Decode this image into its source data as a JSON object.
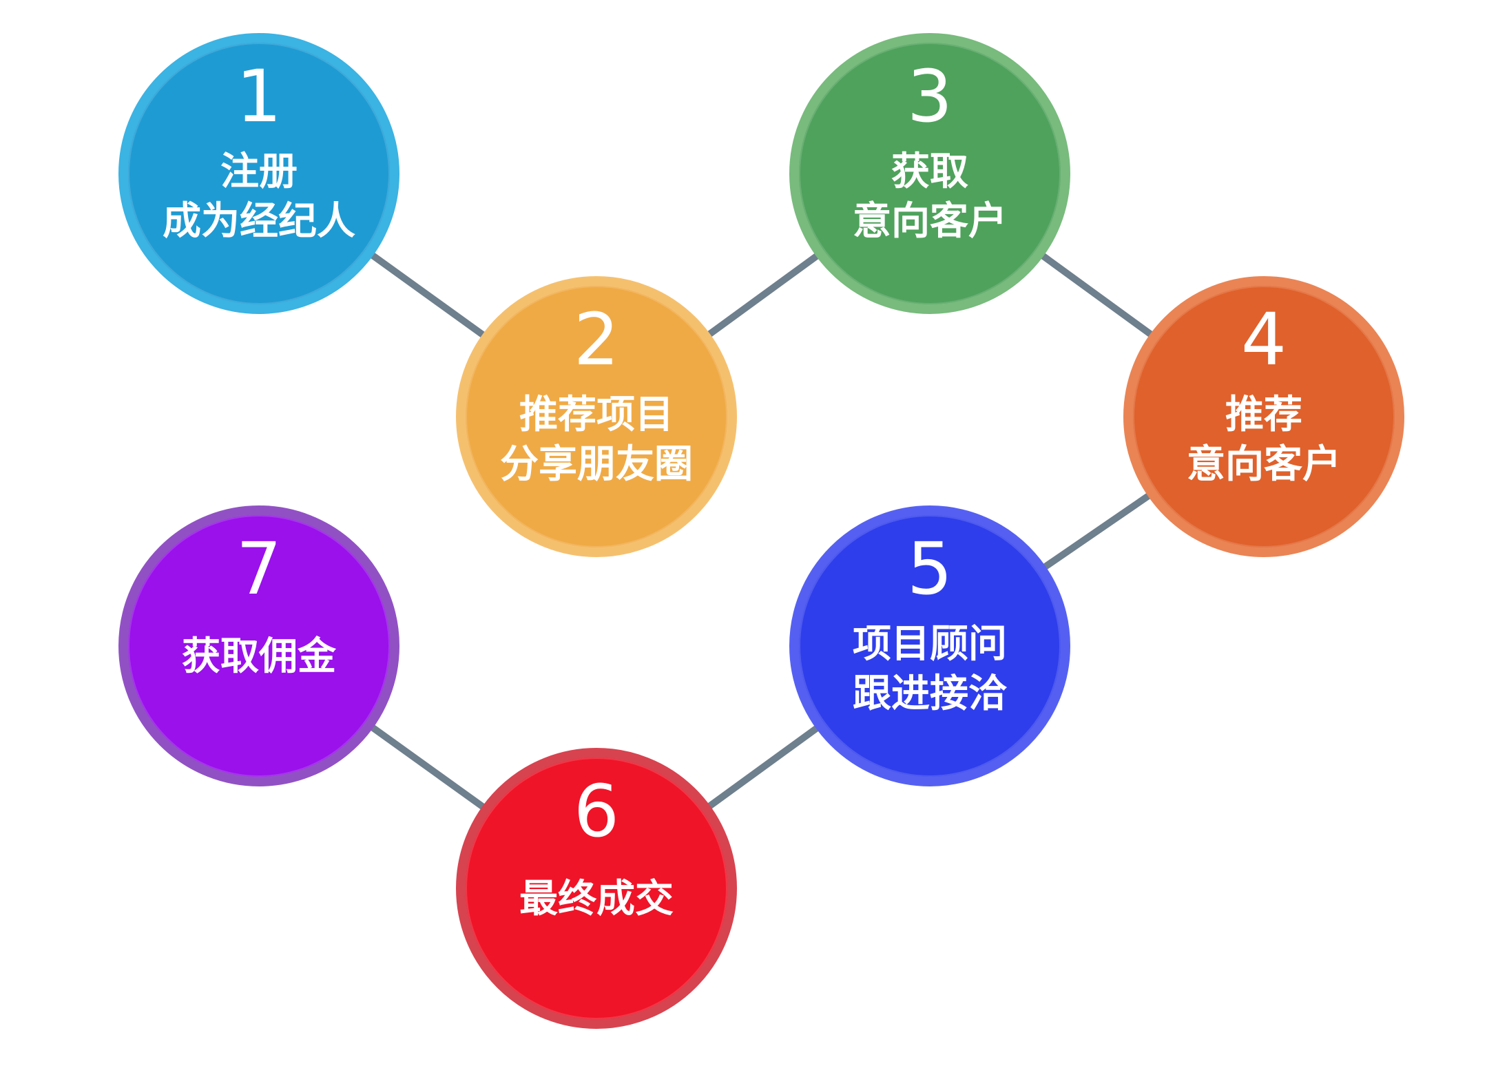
{
  "colors": {
    "connector": "#6e7f8d",
    "step1": {
      "fill": "#1f9bd3",
      "ring": "#3bb3e3"
    },
    "step2": {
      "fill": "#f0aa45",
      "ring": "#f5c06e"
    },
    "step3": {
      "fill": "#4fa25c",
      "ring": "#78bb7d"
    },
    "step4": {
      "fill": "#e0612b",
      "ring": "#ea8454"
    },
    "step5": {
      "fill": "#2f3eec",
      "ring": "#5560f2"
    },
    "step6": {
      "fill": "#f01428",
      "ring": "#d7434f"
    },
    "step7": {
      "fill": "#9a11ec",
      "ring": "#9151c4"
    }
  },
  "steps": [
    {
      "number": "1",
      "lines": [
        "注册",
        "成为经纪人"
      ]
    },
    {
      "number": "2",
      "lines": [
        "推荐项目",
        "分享朋友圈"
      ]
    },
    {
      "number": "3",
      "lines": [
        "获取",
        "意向客户"
      ]
    },
    {
      "number": "4",
      "lines": [
        "推荐",
        "意向客户"
      ]
    },
    {
      "number": "5",
      "lines": [
        "项目顾问",
        "跟进接洽"
      ]
    },
    {
      "number": "6",
      "lines": [
        "最终成交"
      ]
    },
    {
      "number": "7",
      "lines": [
        "获取佣金"
      ]
    }
  ]
}
